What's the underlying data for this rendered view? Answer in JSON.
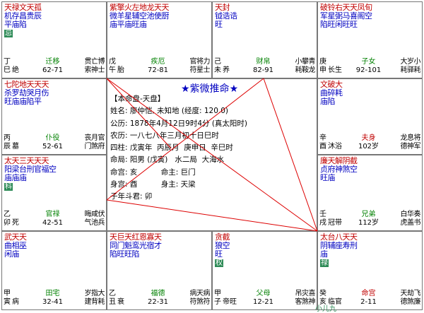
{
  "center": {
    "title": "紫微推命",
    "star_glyph": "★",
    "lines": [
      "【本命盘-天盘】",
      "姓名: 廖仲恺, 未知地 (经度: 120.0)",
      "公历: 1878年4月12日9时4分 (真太阳时)",
      "农历: 一八七八年三月初十日巳时",
      "四柱: 戊寅年  丙辰月  庚申日  辛巳时",
      "命局: 阳男 (戊寅)   水二局  大海水",
      "命宫: 亥          命主: 巨门",
      "身宫: 酉          身主: 天梁",
      "子年斗君: 卯"
    ]
  },
  "palaces": [
    {
      "id": "si",
      "row": 0,
      "col": 0,
      "stars": [
        {
          "t": "天禄文天孤",
          "c": "red"
        },
        {
          "t": "机存昌贵辰",
          "c": "blue"
        },
        {
          "t": "平庙陷",
          "c": "blue"
        }
      ],
      "badge": "忌",
      "stem": [
        "丁",
        "巳"
      ],
      "state": "绝",
      "name": "迁移",
      "age": "62-71",
      "gods": [
        "贯亡博",
        "索神士"
      ]
    },
    {
      "id": "wu",
      "row": 0,
      "col": 1,
      "stars": [
        {
          "t": "紫擎火左地龙天天",
          "c": "red"
        },
        {
          "t": "微羊星辅空池使厨",
          "c": "blue"
        },
        {
          "t": "庙平庙旺庙",
          "c": "blue"
        }
      ],
      "badge": "",
      "stem": [
        "戊",
        "午"
      ],
      "state": "胎",
      "name": "疾厄",
      "age": "72-81",
      "gods": [
        "官将力",
        "符星士"
      ]
    },
    {
      "id": "wei",
      "row": 0,
      "col": 2,
      "stars": [
        {
          "t": "天封",
          "c": "red"
        },
        {
          "t": "钺诰诰",
          "c": "blue"
        },
        {
          "t": "旺",
          "c": "blue"
        }
      ],
      "badge": "",
      "stem": [
        "己",
        "未"
      ],
      "state": "养",
      "name": "财帛",
      "age": "82-91",
      "gods": [
        "小攀青",
        "耗鞍龙"
      ]
    },
    {
      "id": "shen",
      "row": 0,
      "col": 3,
      "stars": [
        {
          "t": "破铃右天天凤旬",
          "c": "red"
        },
        {
          "t": "军星弼马喜阁空",
          "c": "blue"
        },
        {
          "t": "陷旺闲旺旺",
          "c": "blue"
        }
      ],
      "badge": "",
      "stem": [
        "庚",
        "申"
      ],
      "state": "长生",
      "name": "子女",
      "age": "92-101",
      "gods": [
        "大岁小",
        "耗驿耗"
      ]
    },
    {
      "id": "chen",
      "row": 1,
      "col": 0,
      "stars": [
        {
          "t": "七陀地天天天",
          "c": "red"
        },
        {
          "t": "杀罗劫哭月伤",
          "c": "blue"
        },
        {
          "t": "旺庙庙陷平",
          "c": "blue"
        }
      ],
      "badge": "",
      "stem": [
        "丙",
        "辰"
      ],
      "state": "墓",
      "name": "仆役",
      "age": "52-61",
      "gods": [
        "丧月官",
        "门煞府"
      ]
    },
    {
      "id": "you",
      "row": 1,
      "col": 3,
      "stars": [
        {
          "t": "文破大",
          "c": "red"
        },
        {
          "t": "曲碎耗",
          "c": "blue"
        },
        {
          "t": "庙陷",
          "c": "blue"
        }
      ],
      "badge": "",
      "stem": [
        "辛",
        "酉"
      ],
      "state": "沐浴",
      "name": "夫身",
      "age": "102岁",
      "self": true,
      "gods": [
        "龙息将",
        "德神军"
      ]
    },
    {
      "id": "mao",
      "row": 2,
      "col": 0,
      "stars": [
        {
          "t": "太天三天天天",
          "c": "red"
        },
        {
          "t": "阳梁台刑官福空",
          "c": "blue"
        },
        {
          "t": "庙庙庙",
          "c": "blue"
        }
      ],
      "badge": "科",
      "stem": [
        "乙",
        "卯"
      ],
      "state": "死",
      "name": "官禄",
      "age": "42-51",
      "gods": [
        "晦咸伏",
        "气池兵"
      ]
    },
    {
      "id": "xu",
      "row": 2,
      "col": 3,
      "stars": [
        {
          "t": "廉天解阴截",
          "c": "red"
        },
        {
          "t": "贞府神煞空",
          "c": "blue"
        },
        {
          "t": "旺庙",
          "c": "blue"
        }
      ],
      "badge": "",
      "stem": [
        "壬",
        "戌"
      ],
      "state": "冠带",
      "name": "兄弟",
      "age": "112岁",
      "gods": [
        "白华奏",
        "虎盖书"
      ]
    },
    {
      "id": "yin",
      "row": 3,
      "col": 0,
      "stars": [
        {
          "t": "武天天",
          "c": "red"
        },
        {
          "t": "曲相巫",
          "c": "blue"
        },
        {
          "t": "闲庙",
          "c": "blue"
        }
      ],
      "badge": "",
      "stem": [
        "甲",
        "寅"
      ],
      "state": "病",
      "name": "田宅",
      "age": "32-41",
      "gods": [
        "岁指大",
        "建背耗"
      ]
    },
    {
      "id": "chou",
      "row": 3,
      "col": 1,
      "stars": [
        {
          "t": "天巨天红恩寡天",
          "c": "red"
        },
        {
          "t": "同门魁鸾光宿才",
          "c": "blue"
        },
        {
          "t": "陷旺旺陷",
          "c": "blue"
        }
      ],
      "badge": "",
      "stem": [
        "乙",
        "丑"
      ],
      "state": "衰",
      "name": "福德",
      "age": "22-31",
      "gods": [
        "病天病",
        "符煞符"
      ]
    },
    {
      "id": "zi",
      "row": 3,
      "col": 2,
      "stars": [
        {
          "t": "贪截",
          "c": "red"
        },
        {
          "t": "狼空",
          "c": "blue"
        },
        {
          "t": "旺",
          "c": "blue"
        }
      ],
      "badge": "权",
      "stem": [
        "甲",
        "子"
      ],
      "state": "帝旺",
      "name": "父母",
      "age": "12-21",
      "gods": [
        "吊灾喜",
        "客煞神"
      ]
    },
    {
      "id": "hai",
      "row": 3,
      "col": 3,
      "stars": [
        {
          "t": "太台八天天",
          "c": "red"
        },
        {
          "t": "阴辅座寿刑",
          "c": "blue"
        },
        {
          "t": "庙",
          "c": "blue"
        }
      ],
      "badge": "禄",
      "stem": [
        "癸",
        "亥"
      ],
      "state": "临官",
      "name": "命宫",
      "age": "2-11",
      "self": true,
      "gods": [
        "天劫飞",
        "德煞廉"
      ]
    }
  ],
  "footer_hint": "小儿九"
}
